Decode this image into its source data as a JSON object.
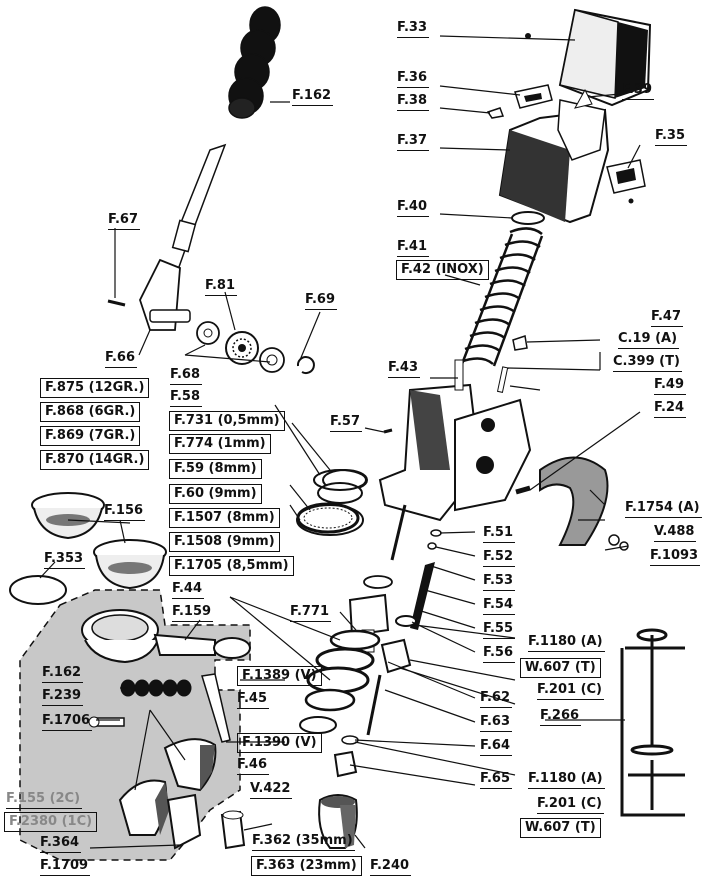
{
  "labels": {
    "F_33": "F.33",
    "F_36": "F.36",
    "F_39": "F.39",
    "F_38": "F.38",
    "F_162_top": "F.162",
    "F_37": "F.37",
    "F_35": "F.35",
    "F_40": "F.40",
    "F_67": "F.67",
    "F_41": "F.41",
    "F_42": "F.42 (INOX)",
    "F_81": "F.81",
    "F_69": "F.69",
    "F_47": "F.47",
    "C_19": "C.19  (A)",
    "C_399": "C.399  (T)",
    "F_66": "F.66",
    "F_68": "F.68",
    "F_43": "F.43",
    "F_49": "F.49",
    "F_875": "F.875 (12GR.)",
    "F_58": "F.58",
    "F_24": "F.24",
    "F_868": "F.868  (6GR.)",
    "F_731": "F.731 (0,5mm)",
    "F_57": "F.57",
    "F_869": "F.869  (7GR.)",
    "F_774": "F.774 (1mm)",
    "F_870": "F.870 (14GR.)",
    "F_59": "F.59 (8mm)",
    "F_60": "F.60 (9mm)",
    "F_1754": "F.1754 (A)",
    "F_1507": "F.1507 (8mm)",
    "F_156": "F.156",
    "F_1508": "F.1508 (9mm)",
    "V_488": "V.488",
    "F_51": "F.51",
    "F_1093": "F.1093",
    "F_1705": "F.1705 (8,5mm)",
    "F_52": "F.52",
    "F_353": "F.353",
    "F_44": "F.44",
    "F_53": "F.53",
    "F_159": "F.159",
    "F_54": "F.54",
    "F_771": "F.771",
    "F_55": "F.55",
    "F_1180_a": "F.1180  (A)",
    "F_56": "F.56",
    "W_607_a": "W.607  (T)",
    "F_1389": "F.1389 (V)",
    "F_162_mid": "F.162",
    "F_201_a": "F.201  (C)",
    "F_62": "F.62",
    "F_239": "F.239",
    "F_45": "F.45",
    "F_266": "F.266",
    "F_63": "F.63",
    "F_1706": "F.1706",
    "F_1390": "F.1390 (V)",
    "F_64": "F.64",
    "F_46": "F.46",
    "F_65": "F.65",
    "F_1180_b": "F.1180  (A)",
    "V_422": "V.422",
    "F_155": "F.155  (2C)",
    "F_201_b": "F.201  (C)",
    "F_2380": "F.2380  (1C)",
    "W_607_b": "W.607  (T)",
    "F_364": "F.364",
    "F_362": "F.362 (35mm)",
    "F_1709": "F.1709",
    "F_363": "F.363 (23mm)",
    "F_240": "F.240"
  },
  "colors": {
    "ink": "#111111",
    "shade": "#c8c8c8",
    "faded_text": "#888888"
  }
}
